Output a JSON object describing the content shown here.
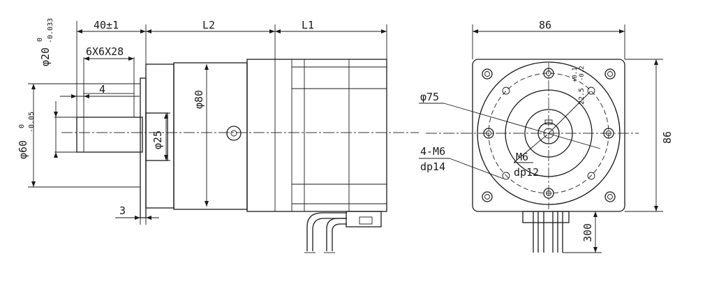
{
  "side_view": {
    "dims": {
      "shaft_dia": "φ20",
      "shaft_tol_upper": "0",
      "shaft_tol_lower": "-0.033",
      "shaft_length": "40±1",
      "key_size": "6X6X28",
      "key_offset": "4",
      "pilot_dia": "φ60",
      "pilot_tol_upper": "0",
      "pilot_tol_lower": "-0.05",
      "boss_dia": "φ25",
      "body_dia": "φ80",
      "gearbox_length": "L2",
      "motor_length": "L1",
      "flange_thickness": "3"
    }
  },
  "end_view": {
    "dims": {
      "flange_width": "86",
      "flange_height": "86",
      "bolt_circle_dia": "φ75",
      "mount_holes": "4-M6",
      "mount_depth": "dp14",
      "center_tap": "M6",
      "center_depth": "dp12",
      "angle_main": "22.5",
      "angle_tol_upper": "+0.1",
      "angle_tol_lower": "-0.2",
      "lead_length": "300"
    }
  }
}
